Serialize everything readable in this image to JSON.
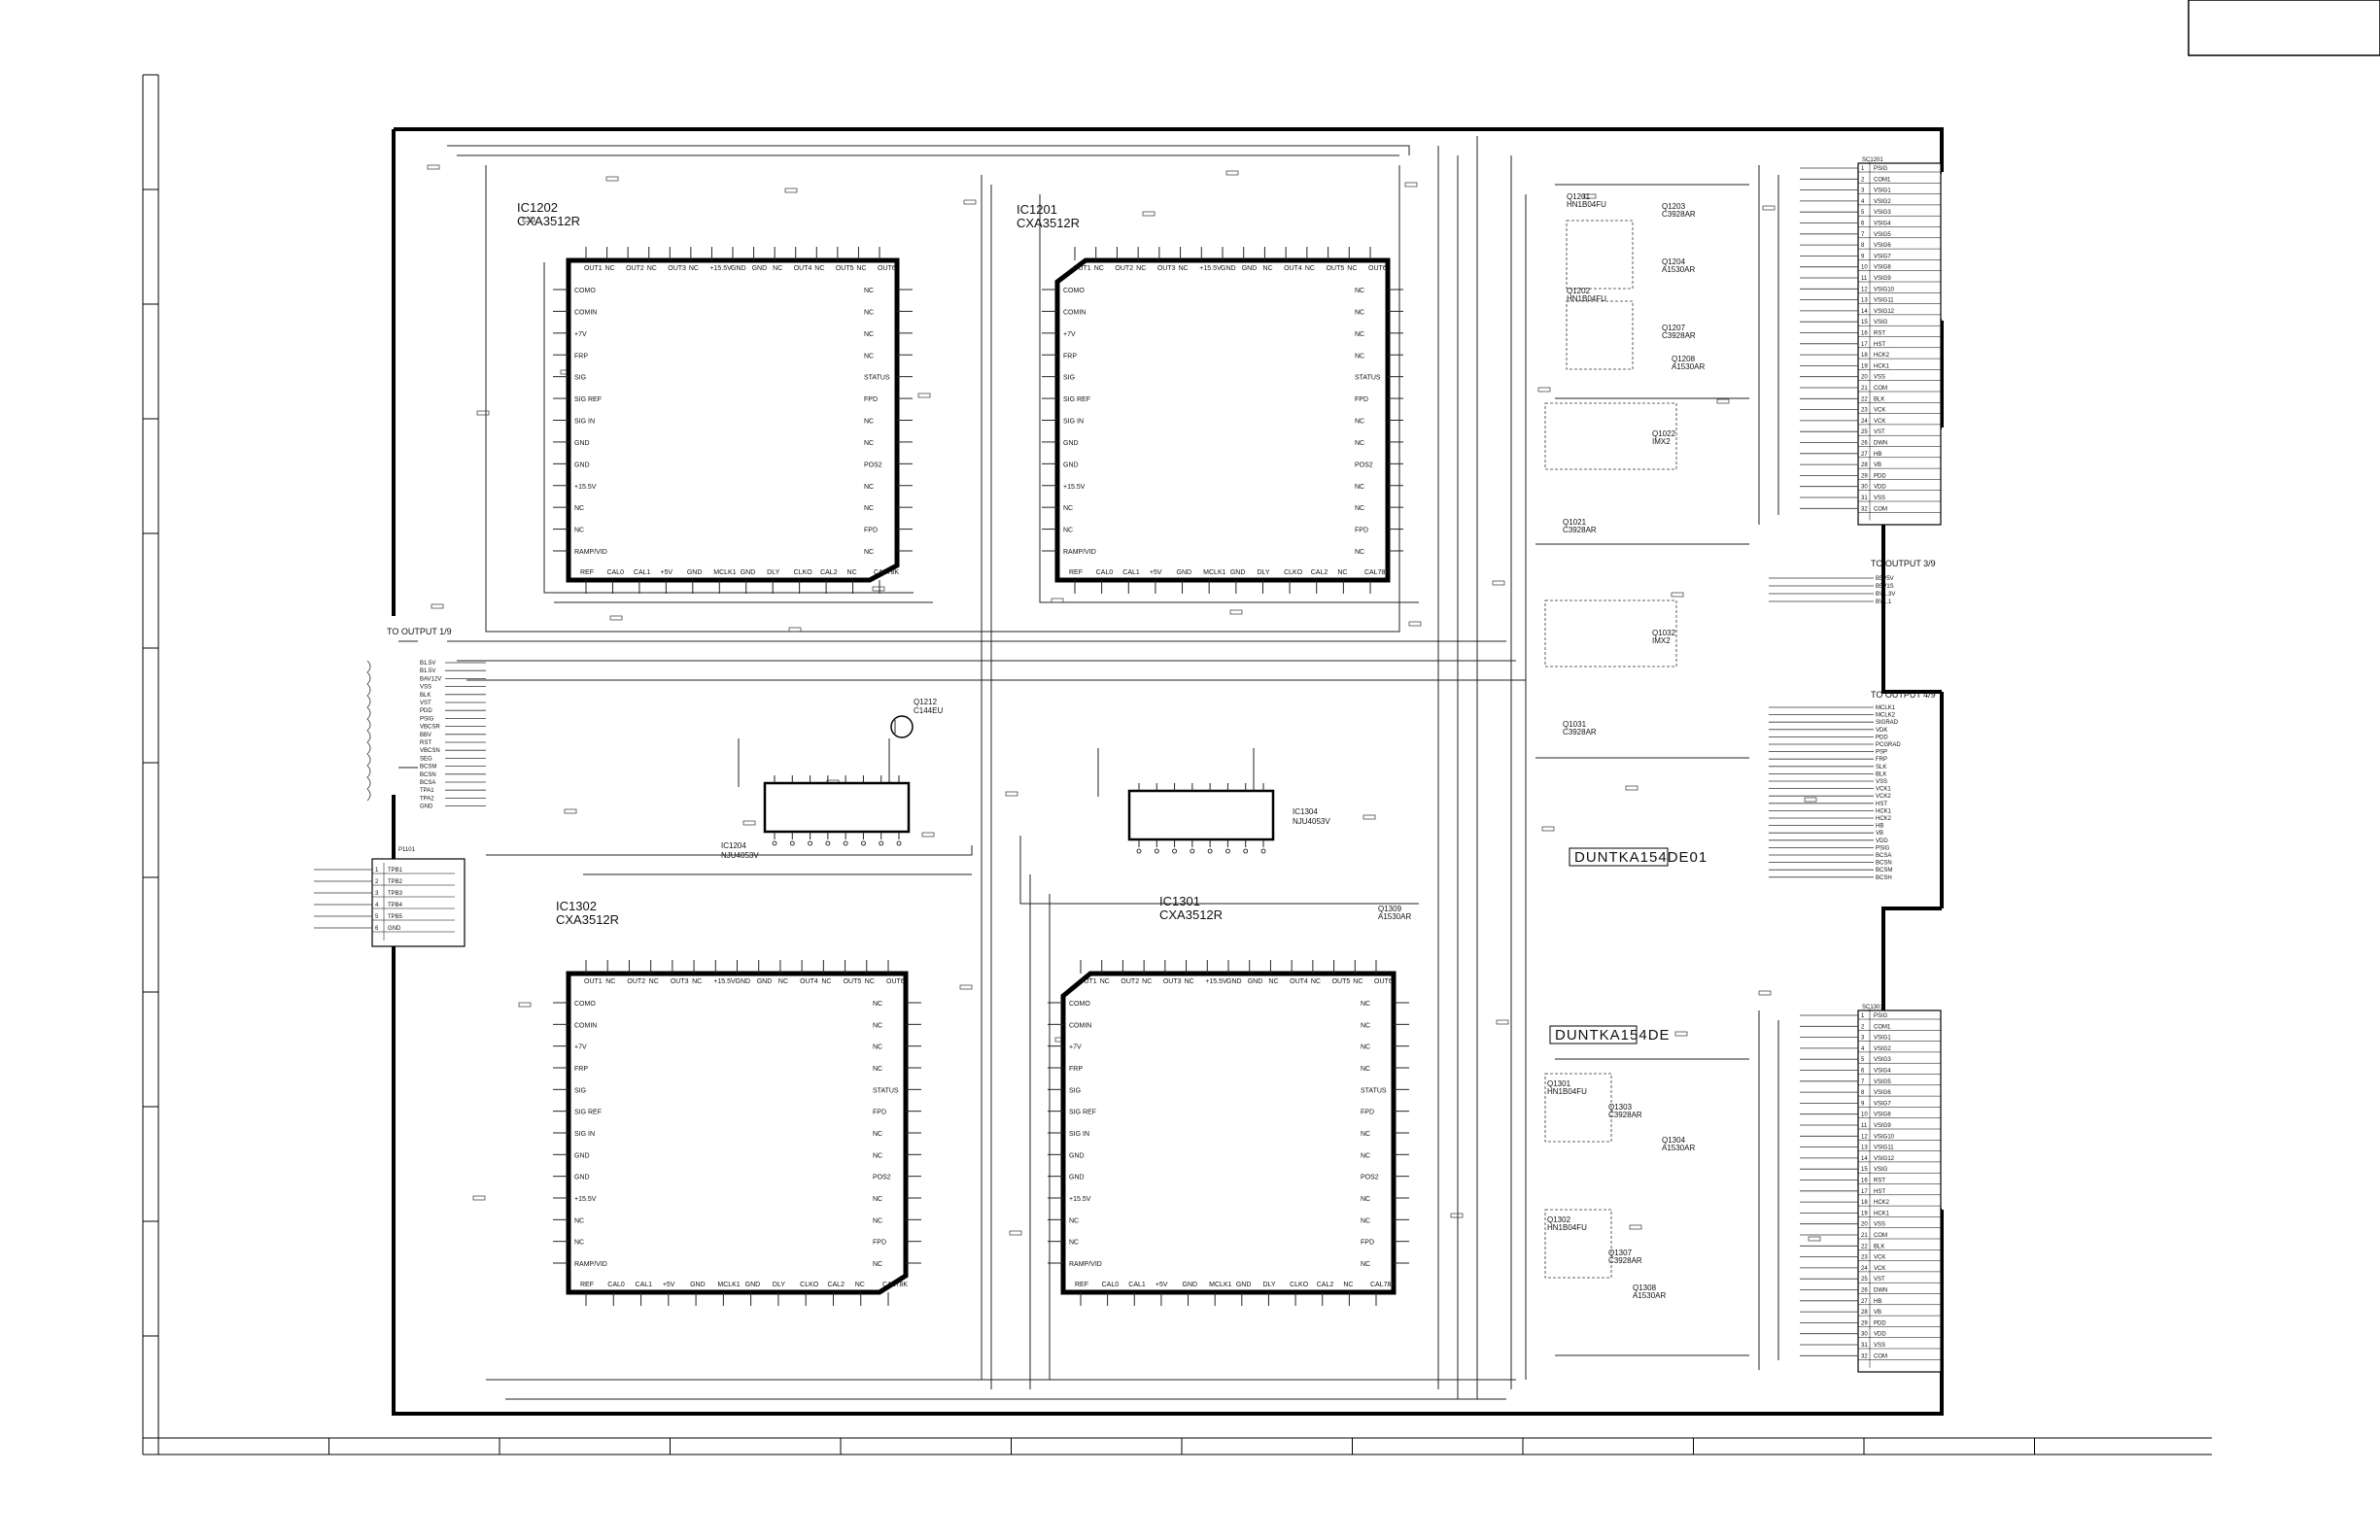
{
  "ics": {
    "ic1202": {
      "ref": "IC1202",
      "part": "CXA3512R"
    },
    "ic1201": {
      "ref": "IC1201",
      "part": "CXA3512R"
    },
    "ic1302": {
      "ref": "IC1302",
      "part": "CXA3512R"
    },
    "ic1301": {
      "ref": "IC1301",
      "part": "CXA3512R"
    },
    "ic1204": {
      "ref": "IC1204",
      "part": "NJU4053V"
    },
    "ic1304": {
      "ref": "IC1304",
      "part": "NJU4053V"
    }
  },
  "transistors": {
    "q1212": {
      "ref": "Q1212",
      "part": "C144EU"
    },
    "q1201": {
      "ref": "Q1201",
      "part": "HN1B04FU"
    },
    "q1203": {
      "ref": "Q1203",
      "part": "C3928AR"
    },
    "q1204": {
      "ref": "Q1204",
      "part": "A1530AR"
    },
    "q1202": {
      "ref": "Q1202",
      "part": "HN1B04FU"
    },
    "q1207": {
      "ref": "Q1207",
      "part": "C3928AR"
    },
    "q1208": {
      "ref": "Q1208",
      "part": "A1530AR"
    },
    "q1022": {
      "ref": "Q1022",
      "part": "IMX2"
    },
    "q1021": {
      "ref": "Q1021",
      "part": "C3928AR"
    },
    "q1032": {
      "ref": "Q1032",
      "part": "IMX2"
    },
    "q1031": {
      "ref": "Q1031",
      "part": "C3928AR"
    },
    "q1301": {
      "ref": "Q1301",
      "part": "HN1B04FU"
    },
    "q1303": {
      "ref": "Q1303",
      "part": "C3928AR"
    },
    "q1304": {
      "ref": "Q1304",
      "part": "A1530AR"
    },
    "q1302": {
      "ref": "Q1302",
      "part": "HN1B04FU"
    },
    "q1307": {
      "ref": "Q1307",
      "part": "C3928AR"
    },
    "q1308": {
      "ref": "Q1308",
      "part": "A1530AR"
    },
    "q1309": {
      "ref": "Q1309",
      "part": "A1530AR"
    }
  },
  "ic_pins": {
    "top": [
      "OUT1",
      "NC",
      "OUT2",
      "NC",
      "OUT3",
      "NC",
      "+15.5V",
      "GND",
      "GND",
      "NC",
      "OUT4",
      "NC",
      "OUT5",
      "NC",
      "OUT6"
    ],
    "left": [
      "COMO",
      "COMIN",
      "+7V",
      "FRP",
      "SIG",
      "SIG REF",
      "SIG IN",
      "GND",
      "GND",
      "+15.5V",
      "NC",
      "NC",
      "RAMP/VID"
    ],
    "right": [
      "NC",
      "NC",
      "NC",
      "NC",
      "STATUS",
      "FPD",
      "NC",
      "NC",
      "POS2",
      "NC",
      "NC",
      "FPD",
      "NC"
    ],
    "bottom": [
      "REF",
      "CAL0",
      "CAL1",
      "+5V",
      "GND",
      "MCLK1",
      "GND",
      "DLY",
      "CLKO",
      "CAL2",
      "NC",
      "CAL78K"
    ]
  },
  "boxes": {
    "duntka1": "DUNTKA154DE01",
    "duntka2": "DUNTKA154DE"
  },
  "annotations": {
    "to_output_1": "TO OUTPUT 1/9",
    "to_output_3": "TO OUTPUT 3/9",
    "to_output_4": "TO OUTPUT 4/9"
  },
  "connectors": {
    "top": {
      "ref": "SC1201",
      "pins": [
        {
          "n": "1",
          "label": "PSIG"
        },
        {
          "n": "2",
          "label": "COM1"
        },
        {
          "n": "3",
          "label": "VSIG1"
        },
        {
          "n": "4",
          "label": "VSIG2"
        },
        {
          "n": "5",
          "label": "VSIG3"
        },
        {
          "n": "6",
          "label": "VSIG4"
        },
        {
          "n": "7",
          "label": "VSIG5"
        },
        {
          "n": "8",
          "label": "VSIG6"
        },
        {
          "n": "9",
          "label": "VSIG7"
        },
        {
          "n": "10",
          "label": "VSIG8"
        },
        {
          "n": "11",
          "label": "VSIG9"
        },
        {
          "n": "12",
          "label": "VSIG10"
        },
        {
          "n": "13",
          "label": "VSIG11"
        },
        {
          "n": "14",
          "label": "VSIG12"
        },
        {
          "n": "15",
          "label": "VSIG"
        },
        {
          "n": "16",
          "label": "RST"
        },
        {
          "n": "17",
          "label": "HST"
        },
        {
          "n": "18",
          "label": "HCK2"
        },
        {
          "n": "19",
          "label": "HCK1"
        },
        {
          "n": "20",
          "label": "VSS"
        },
        {
          "n": "21",
          "label": "COM"
        },
        {
          "n": "22",
          "label": "BLK"
        },
        {
          "n": "23",
          "label": "VCK"
        },
        {
          "n": "24",
          "label": "VCK"
        },
        {
          "n": "25",
          "label": "VST"
        },
        {
          "n": "26",
          "label": "DWN"
        },
        {
          "n": "27",
          "label": "HB"
        },
        {
          "n": "28",
          "label": "VB"
        },
        {
          "n": "29",
          "label": "PDD"
        },
        {
          "n": "30",
          "label": "VDD"
        },
        {
          "n": "31",
          "label": "VSS"
        },
        {
          "n": "32",
          "label": "COM"
        }
      ]
    },
    "bottom": {
      "ref": "SC1301",
      "pins": [
        {
          "n": "1",
          "label": "PSIG"
        },
        {
          "n": "2",
          "label": "COM1"
        },
        {
          "n": "3",
          "label": "VSIG1"
        },
        {
          "n": "4",
          "label": "VSIG2"
        },
        {
          "n": "5",
          "label": "VSIG3"
        },
        {
          "n": "6",
          "label": "VSIG4"
        },
        {
          "n": "7",
          "label": "VSIG5"
        },
        {
          "n": "8",
          "label": "VSIG6"
        },
        {
          "n": "9",
          "label": "VSIG7"
        },
        {
          "n": "10",
          "label": "VSIG8"
        },
        {
          "n": "11",
          "label": "VSIG9"
        },
        {
          "n": "12",
          "label": "VSIG10"
        },
        {
          "n": "13",
          "label": "VSIG11"
        },
        {
          "n": "14",
          "label": "VSIG12"
        },
        {
          "n": "15",
          "label": "VSIG"
        },
        {
          "n": "16",
          "label": "RST"
        },
        {
          "n": "17",
          "label": "HST"
        },
        {
          "n": "18",
          "label": "HCK2"
        },
        {
          "n": "19",
          "label": "HCK1"
        },
        {
          "n": "20",
          "label": "VSS"
        },
        {
          "n": "21",
          "label": "COM"
        },
        {
          "n": "22",
          "label": "BLK"
        },
        {
          "n": "23",
          "label": "VCK"
        },
        {
          "n": "24",
          "label": "VCK"
        },
        {
          "n": "25",
          "label": "VST"
        },
        {
          "n": "26",
          "label": "DWN"
        },
        {
          "n": "27",
          "label": "HB"
        },
        {
          "n": "28",
          "label": "VB"
        },
        {
          "n": "29",
          "label": "PDD"
        },
        {
          "n": "30",
          "label": "VDD"
        },
        {
          "n": "31",
          "label": "VSS"
        },
        {
          "n": "32",
          "label": "COM"
        }
      ]
    },
    "left_tp": {
      "ref": "P1101",
      "pins": [
        {
          "n": "1",
          "label": "TPB1"
        },
        {
          "n": "2",
          "label": "TPB2"
        },
        {
          "n": "3",
          "label": "TPB3"
        },
        {
          "n": "4",
          "label": "TPB4"
        },
        {
          "n": "5",
          "label": "TPB5"
        },
        {
          "n": "6",
          "label": "GND"
        }
      ]
    }
  },
  "signals": {
    "left_bus": [
      "B1.5V",
      "B1.5V",
      "BAV12V",
      "VSS",
      "BLK",
      "VST",
      "PDD",
      "PSIG",
      "VBCSR",
      "BBV",
      "RST",
      "VBCSN",
      "SEG",
      "BCSM",
      "BCSN",
      "BCSA",
      "TPA1",
      "TPA2",
      "GND"
    ],
    "right_mid": [
      "B5V5V",
      "B5V1S",
      "BV1.3V",
      "BV1.1"
    ],
    "right_out4": [
      "MCLK1",
      "MCLK2",
      "SIGRAD",
      "VDK",
      "PDD",
      "PCGRAD",
      "PSP",
      "FRP",
      "SLK",
      "BLK",
      "VSS",
      "VCK1",
      "VCK2",
      "HST",
      "HCK1",
      "HCK2",
      "HB",
      "VB",
      "VDD",
      "PSIG",
      "BCSA",
      "BCSN",
      "BCSM",
      "BCSH"
    ]
  }
}
